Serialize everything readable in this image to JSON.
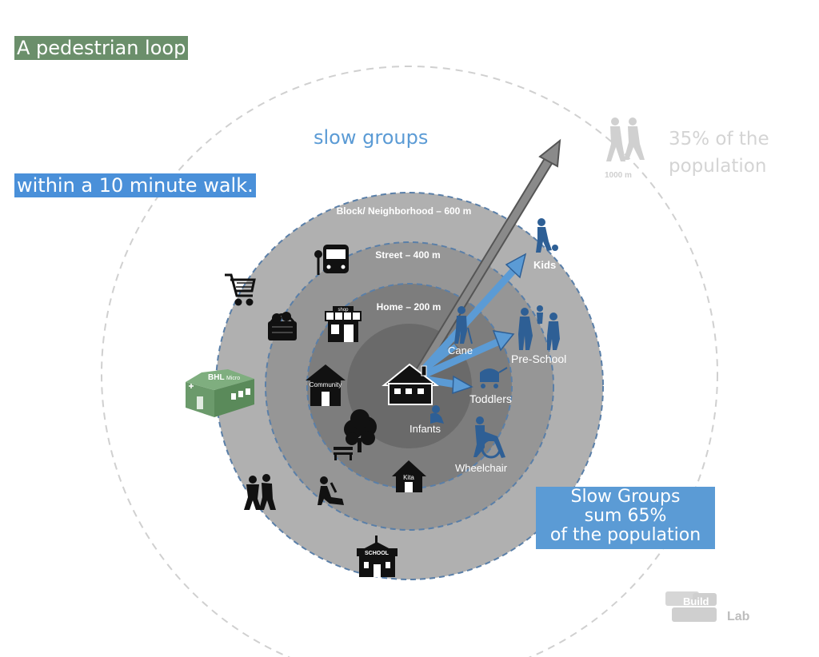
{
  "headline": "A pedestrian loop",
  "subline": "within a 10 minute walk.",
  "slow_groups_title": "slow groups",
  "outer": {
    "distance_label": "1000 m",
    "population_line1": "35% of the",
    "population_line2": "population"
  },
  "rings": {
    "block": "Block/ Neighborhood – 600 m",
    "street": "Street – 400 m",
    "home": "Home – 200 m"
  },
  "groups": {
    "kids": "Kids",
    "cane": "Cane",
    "preschool": "Pre-School",
    "toddlers": "Toddlers",
    "infants": "Infants",
    "wheelchair": "Wheelchair"
  },
  "summary": {
    "line1": "Slow Groups",
    "line2": "sum 65%",
    "line3": "of the population"
  },
  "icons": {
    "shop": "shop",
    "community": "Community",
    "kita": "Kita",
    "school": "SCHOOL",
    "bhl_name": "BHL",
    "bhl_suffix": "Micro",
    "logo_bold": "Build",
    "logo_rest": "Lab"
  },
  "colors": {
    "green_tag": "#6b8f6b",
    "blue_tag": "#4a90d9",
    "accent_blue": "#5b9bd5",
    "ring_outer": "#b0b0b0",
    "ring_middle": "#969696",
    "ring_inner": "#7d7d7d",
    "ring_core": "#6a6a6a",
    "bhl_green": "#6b9a6b"
  }
}
